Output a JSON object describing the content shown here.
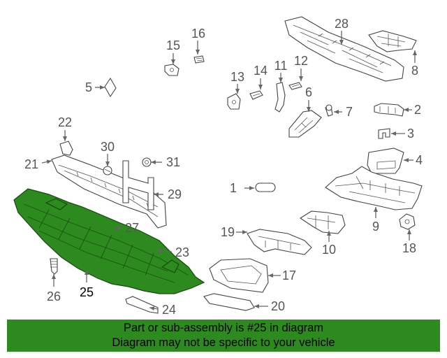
{
  "callouts": {
    "c1": "1",
    "c2": "2",
    "c3": "3",
    "c4": "4",
    "c5": "5",
    "c6": "6",
    "c7": "7",
    "c8": "8",
    "c9": "9",
    "c10": "10",
    "c11": "11",
    "c12": "12",
    "c13": "13",
    "c14": "14",
    "c15": "15",
    "c16": "16",
    "c17": "17",
    "c18": "18",
    "c19": "19",
    "c20": "20",
    "c21": "21",
    "c22": "22",
    "c23": "23",
    "c24": "24",
    "c25": "25",
    "c26": "26",
    "c27": "27",
    "c28": "28",
    "c29": "29",
    "c30": "30",
    "c31": "31"
  },
  "highlighted_part": "25",
  "colors": {
    "highlight": "#2d8a1e",
    "banner": "#2d8a1e",
    "line": "#666666"
  },
  "banner": {
    "line1": "Part or sub-assembly is #25 in diagram",
    "line2": "Diagram may not be specific to your vehicle"
  }
}
